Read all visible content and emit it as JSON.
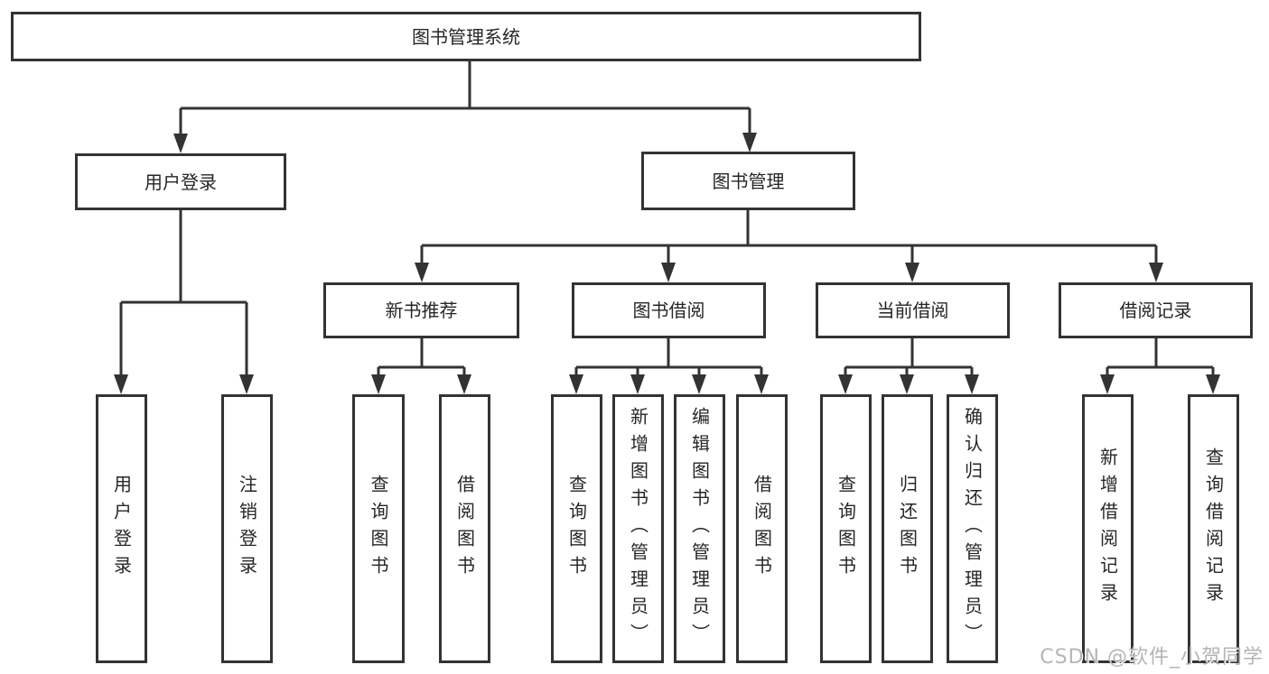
{
  "colors": {
    "line": "#333333",
    "box_border": "#333333",
    "text": "#262626",
    "watermark": "#b5b5b5",
    "background": "#ffffff"
  },
  "tree": {
    "root": {
      "label": "图书管理系统"
    },
    "branches": [
      {
        "label": "用户登录",
        "children": [
          {
            "label": "用户登录"
          },
          {
            "label": "注销登录"
          }
        ]
      },
      {
        "label": "图书管理",
        "children": [
          {
            "label": "新书推荐",
            "children": [
              {
                "label": "查询图书"
              },
              {
                "label": "借阅图书"
              }
            ]
          },
          {
            "label": "图书借阅",
            "children": [
              {
                "label": "查询图书"
              },
              {
                "label": "新增图书（管理员）"
              },
              {
                "label": "编辑图书（管理员）"
              },
              {
                "label": "借阅图书"
              }
            ]
          },
          {
            "label": "当前借阅",
            "children": [
              {
                "label": "查询图书"
              },
              {
                "label": "归还图书"
              },
              {
                "label": "确认归还（管理员）"
              }
            ]
          },
          {
            "label": "借阅记录",
            "children": [
              {
                "label": "新增借阅记录"
              },
              {
                "label": "查询借阅记录"
              }
            ]
          }
        ]
      }
    ]
  },
  "watermark": {
    "text": "CSDN @软件_小贺同学"
  }
}
